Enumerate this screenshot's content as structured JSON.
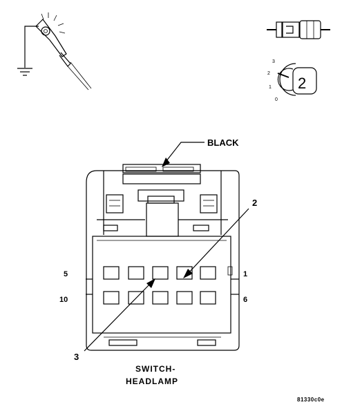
{
  "connector": {
    "color_label": "BLACK",
    "caption_line1": "SWITCH-",
    "caption_line2": "HEADLAMP"
  },
  "callouts": [
    "2",
    "3"
  ],
  "pin_numbers": {
    "top_left": "5",
    "top_right": "1",
    "bottom_left": "10",
    "bottom_right": "6"
  },
  "ohmmeter_scale": [
    "3",
    "2",
    "1",
    "0"
  ],
  "ohmmeter_knob": "2",
  "figure_code": "81330c0e",
  "icons": [
    "test-light-icon",
    "ground-icon",
    "connector-plug-icon",
    "ohmmeter-icon"
  ]
}
